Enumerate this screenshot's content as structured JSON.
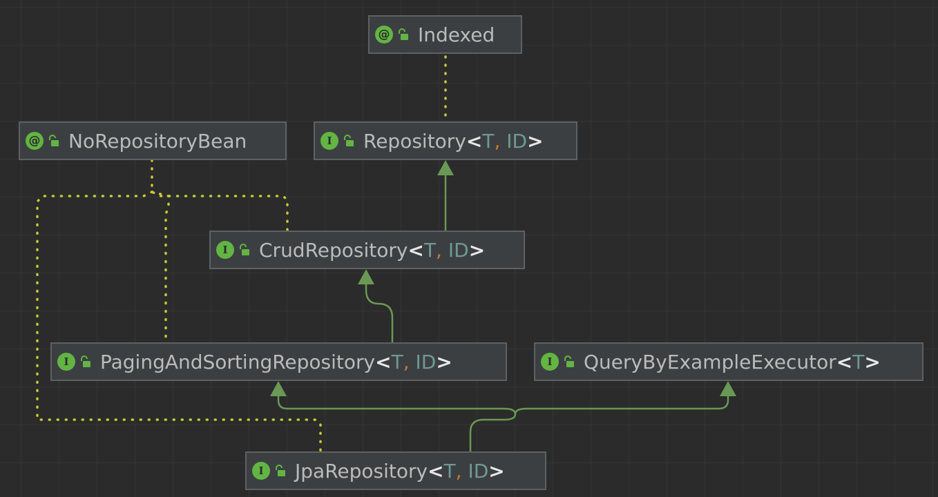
{
  "diagram": {
    "nodes": [
      {
        "id": "indexed",
        "kind": "annotation",
        "badge": "@",
        "name": "Indexed",
        "type_params": []
      },
      {
        "id": "no-repository-bean",
        "kind": "annotation",
        "badge": "@",
        "name": "NoRepositoryBean",
        "type_params": []
      },
      {
        "id": "repository",
        "kind": "interface",
        "badge": "I",
        "name": "Repository",
        "type_params": [
          "T",
          "ID"
        ]
      },
      {
        "id": "crud-repository",
        "kind": "interface",
        "badge": "I",
        "name": "CrudRepository",
        "type_params": [
          "T",
          "ID"
        ]
      },
      {
        "id": "paging-and-sorting-repository",
        "kind": "interface",
        "badge": "I",
        "name": "PagingAndSortingRepository",
        "type_params": [
          "T",
          "ID"
        ]
      },
      {
        "id": "query-by-example-executor",
        "kind": "interface",
        "badge": "I",
        "name": "QueryByExampleExecutor",
        "type_params": [
          "T"
        ]
      },
      {
        "id": "jpa-repository",
        "kind": "interface",
        "badge": "I",
        "name": "JpaRepository",
        "type_params": [
          "T",
          "ID"
        ]
      }
    ],
    "edges": [
      {
        "from": "repository",
        "to": "indexed",
        "kind": "annotated-by"
      },
      {
        "from": "crud-repository",
        "to": "no-repository-bean",
        "kind": "annotated-by"
      },
      {
        "from": "paging-and-sorting-repository",
        "to": "no-repository-bean",
        "kind": "annotated-by"
      },
      {
        "from": "jpa-repository",
        "to": "no-repository-bean",
        "kind": "annotated-by"
      },
      {
        "from": "crud-repository",
        "to": "repository",
        "kind": "extends"
      },
      {
        "from": "paging-and-sorting-repository",
        "to": "crud-repository",
        "kind": "extends"
      },
      {
        "from": "jpa-repository",
        "to": "paging-and-sorting-repository",
        "kind": "extends"
      },
      {
        "from": "jpa-repository",
        "to": "query-by-example-executor",
        "kind": "extends"
      }
    ],
    "colors": {
      "background": "#2b2b2b",
      "grid": "#333436",
      "node_fill": "#3c3f41",
      "node_border": "#5e6164",
      "text": "#bbbbbb",
      "type_param": "#6e9a93",
      "comma": "#cc7832",
      "badge": "#62b543",
      "extends_edge": "#6a9955",
      "annotation_edge": "#c8c83a"
    },
    "icons": {
      "annotation_badge": "annotation-icon",
      "interface_badge": "interface-icon",
      "visibility": "unlocked-icon"
    }
  }
}
